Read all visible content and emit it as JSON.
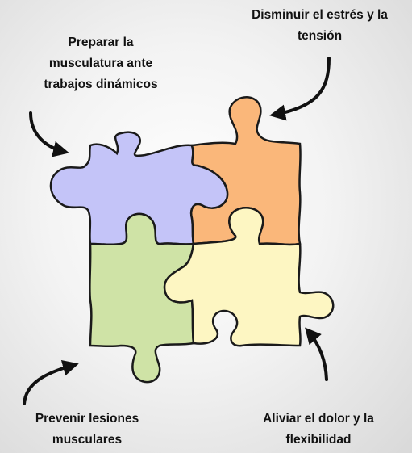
{
  "labels": {
    "top_left": [
      "Preparar la",
      "musculatura ante",
      "trabajos dinámicos"
    ],
    "top_right": [
      "Disminuir el estrés y la",
      "tensión"
    ],
    "bottom_left": [
      "Prevenir lesiones",
      "musculares"
    ],
    "bottom_right": [
      "Aliviar el dolor y la",
      "flexibilidad"
    ]
  },
  "colors": {
    "purple_piece": "#c4c4f8",
    "orange_piece": "#fab77a",
    "green_piece": "#cfe3a6",
    "yellow_piece": "#fdf6c2",
    "outline": "#1a1a1a",
    "arrow": "#111111"
  }
}
